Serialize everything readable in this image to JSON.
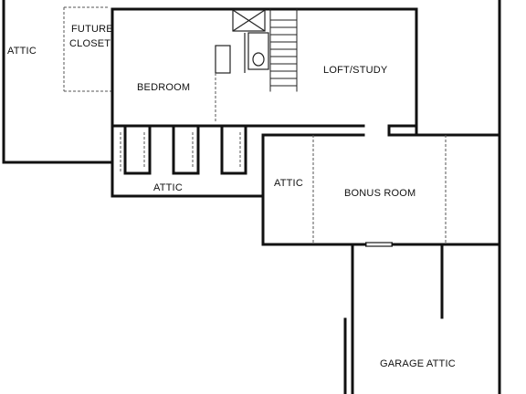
{
  "rooms": {
    "attic_left": "ATTIC",
    "future_closet_line1": "FUTURE",
    "future_closet_line2": "CLOSET",
    "bedroom": "BEDROOM",
    "loft_study": "LOFT/STUDY",
    "attic_bottom": "ATTIC",
    "attic_right": "ATTIC",
    "bonus_room": "BONUS ROOM",
    "garage_attic": "GARAGE ATTIC"
  }
}
